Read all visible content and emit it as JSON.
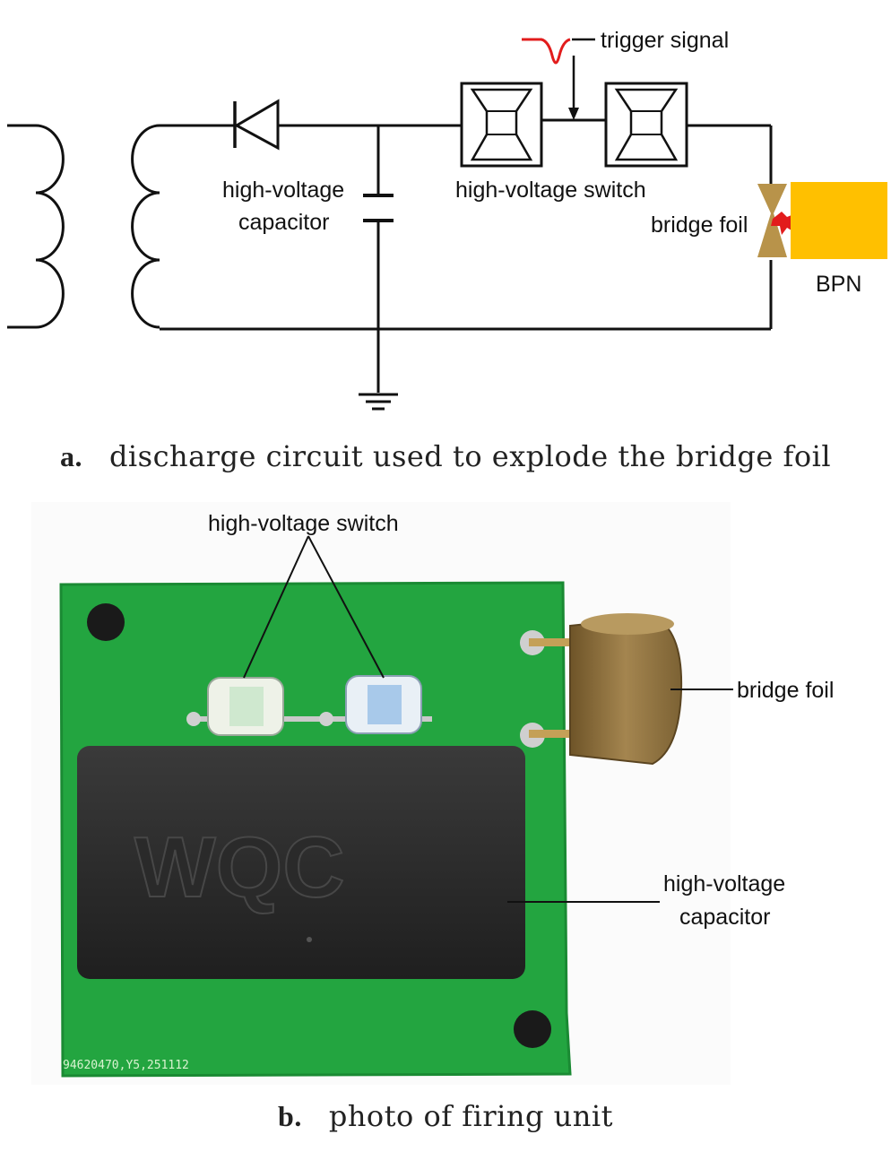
{
  "panel_a": {
    "labels": {
      "trigger": "trigger signal",
      "switch": "high-voltage switch",
      "cap_line1": "high-voltage",
      "cap_line2": "capacitor",
      "foil": "bridge foil",
      "bpn": "BPN"
    },
    "caption_letter": "a.",
    "caption_text": "discharge circuit used to explode the bridge foil",
    "colors": {
      "wire": "#111111",
      "trigger": "#e21c1c",
      "bpn": "#ffc000",
      "foil": "#b8934a",
      "spark": "#e21c1c"
    }
  },
  "panel_b": {
    "labels": {
      "switch": "high-voltage switch",
      "foil": "bridge foil",
      "cap_line1": "high-voltage",
      "cap_line2": "capacitor"
    },
    "board_text": "94620470,Y5,251112",
    "brand": "WQC",
    "caption_letter": "b.",
    "caption_text": "photo of firing unit",
    "colors": {
      "board": "#22a63f",
      "capacitor": "#2e2e2e",
      "connector": "#8a6d3b"
    }
  }
}
